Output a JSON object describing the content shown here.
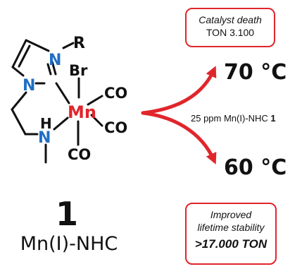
{
  "molecule": {
    "atoms": {
      "r": "R",
      "n_top": "N",
      "n_left": "N",
      "n_amine": "N",
      "h": "H",
      "br": "Br",
      "mn": "Mn",
      "co1": "CO",
      "co2": "CO",
      "co3": "CO"
    },
    "compound_number": "1",
    "compound_name": "Mn(I)-NHC"
  },
  "conditions": {
    "text": "25 ppm Mn(I)-NHC ",
    "compound_ref": "1"
  },
  "outcomes": {
    "high": {
      "temperature": "70 °C",
      "line1": "Catalyst death",
      "line2": "TON 3.100"
    },
    "low": {
      "temperature": "60 °C",
      "line1": "Improved",
      "line2": "lifetime stability",
      "line3": ">17.000 TON"
    }
  },
  "colors": {
    "accent": "#e0262b",
    "nitrogen": "#1f6fc4",
    "manganese": "#e0262b",
    "text": "#111111"
  }
}
